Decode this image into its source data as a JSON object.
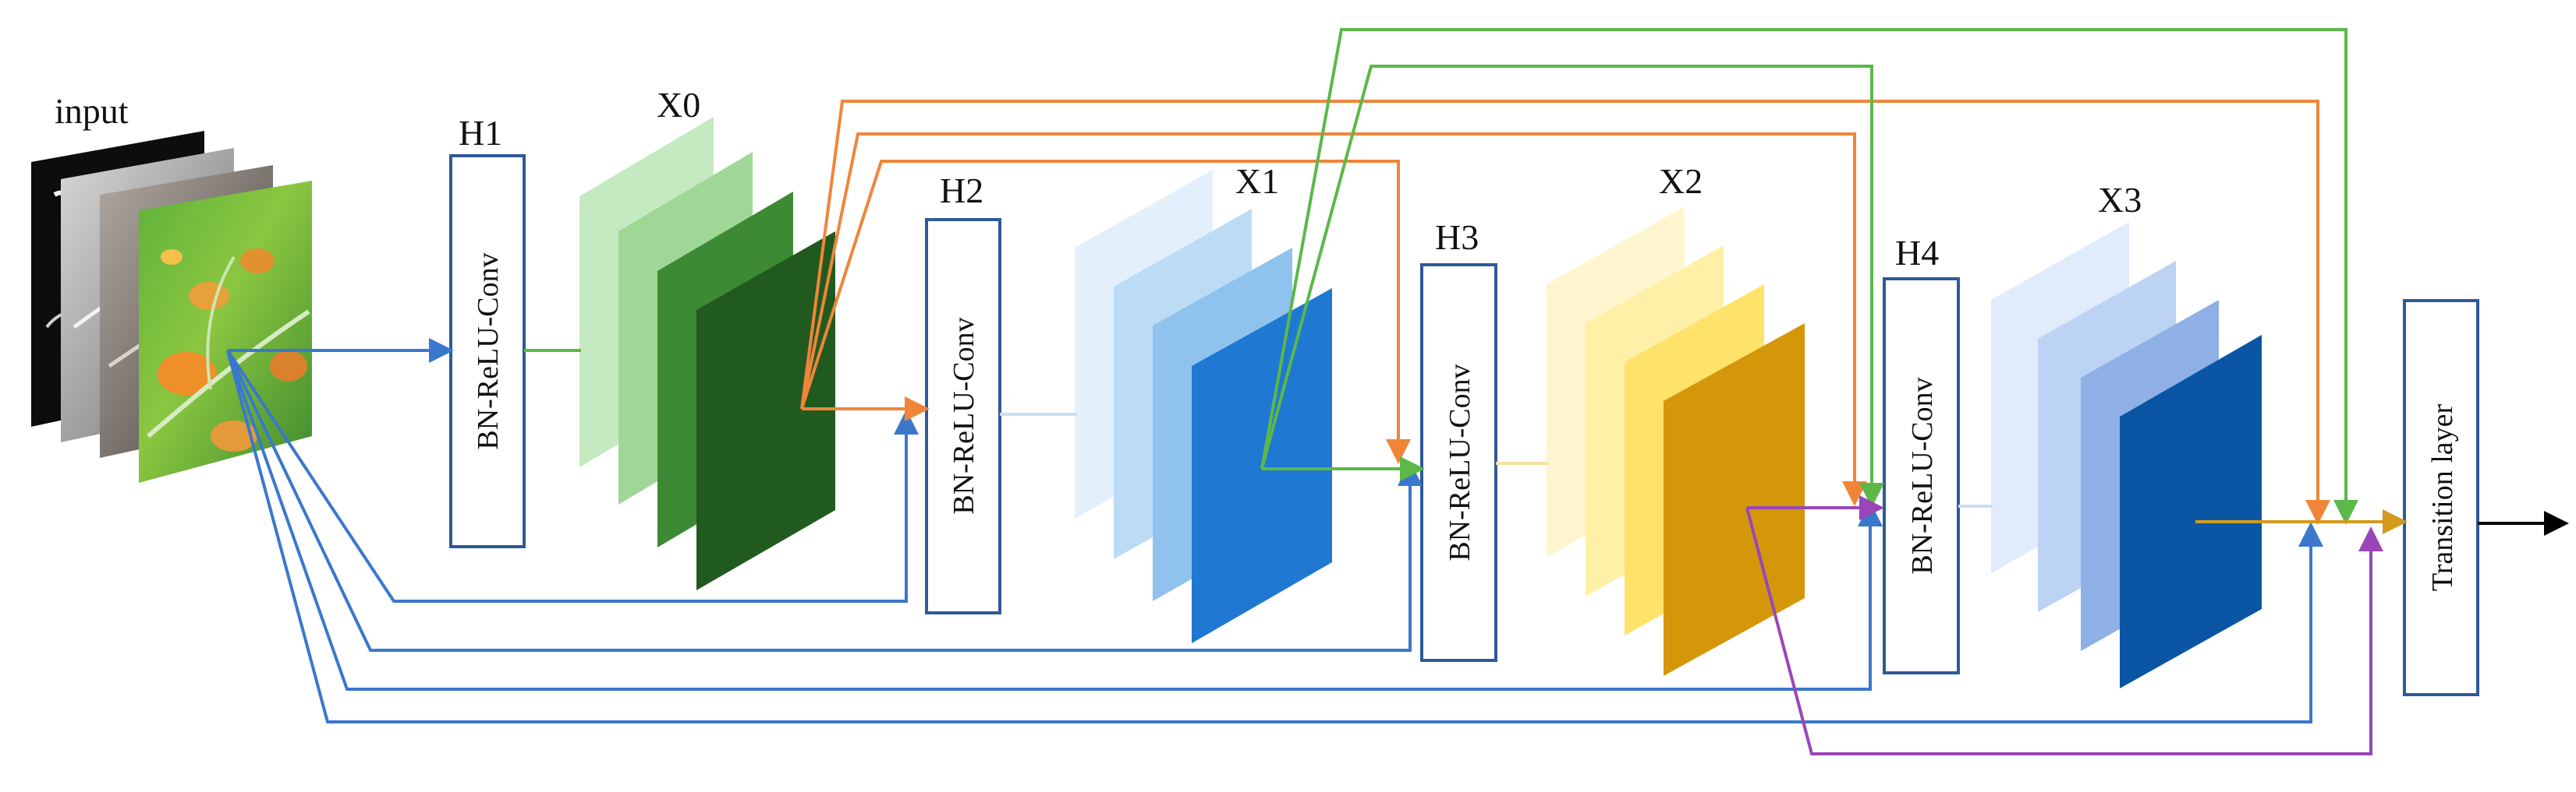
{
  "input_label": "input",
  "conv_label": "BN-ReLU-Conv",
  "transition_label": "Transition layer",
  "layers": [
    {
      "h": "H",
      "h_sub": "1",
      "x": "X",
      "x_sub": "0"
    },
    {
      "h": "H",
      "h_sub": "2",
      "x": "X",
      "x_sub": "1"
    },
    {
      "h": "H",
      "h_sub": "3",
      "x": "X",
      "x_sub": "2"
    },
    {
      "h": "H",
      "h_sub": "4",
      "x": "X",
      "x_sub": "3"
    }
  ],
  "colors": {
    "input_link": "#3a78cc",
    "x0_link": "#f0853a",
    "x1_link": "#5cb848",
    "x2_link": "#9a46b8",
    "x3_link": "#d49a1e",
    "box_border": "#2e5a96",
    "x0_maps": [
      "#c5e9c0",
      "#9fd796",
      "#3c8a34",
      "#215a1f"
    ],
    "x1_maps": [
      "#e3f0fc",
      "#bcdcf6",
      "#8fc3ee",
      "#1f78d2"
    ],
    "x2_maps": [
      "#fff6cf",
      "#fff0a8",
      "#fee26a",
      "#d4970a"
    ],
    "x3_maps": [
      "#e0ebfb",
      "#bcd3f3",
      "#8fb0e6",
      "#0b56a4"
    ]
  }
}
